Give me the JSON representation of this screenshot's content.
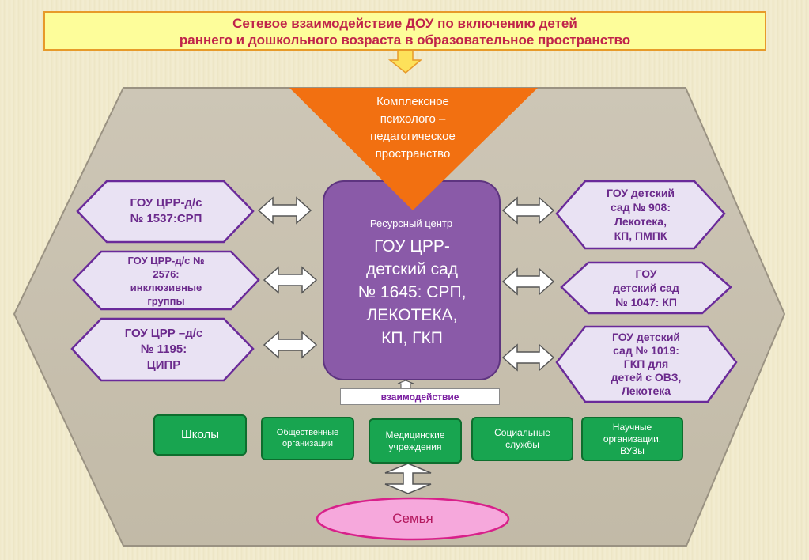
{
  "title": {
    "line1": "Сетевое взаимодействие ДОУ по включению детей",
    "line2": "раннего и дошкольного возраста в образовательное пространство"
  },
  "triangle": {
    "line1": "Комплексное",
    "line2": "психолого –",
    "line3": "педагогическое",
    "line4": "пространство"
  },
  "center": {
    "caption": "Ресурсный центр",
    "line1": "ГОУ ЦРР-",
    "line2": "детский сад",
    "line3": "№ 1645: СРП,",
    "line4": "ЛЕКОТЕКА,",
    "line5": "КП, ГКП"
  },
  "left_nodes": [
    {
      "line1": "ГОУ ЦРР-д/с",
      "line2": "№ 1537:СРП"
    },
    {
      "line1": "ГОУ ЦРР-д/с №",
      "line2": "2576:",
      "line3": "инклюзивные",
      "line4": "группы"
    },
    {
      "line1": "ГОУ ЦРР –д/с",
      "line2": "№ 1195:",
      "line3": "ЦИПР"
    }
  ],
  "right_nodes": [
    {
      "line1": "ГОУ детский",
      "line2": "сад  № 908:",
      "line3": "Лекотека,",
      "line4": "КП, ПМПК"
    },
    {
      "line1": "ГОУ",
      "line2": "детский сад",
      "line3": "№ 1047: КП"
    },
    {
      "line1": "ГОУ детский",
      "line2": "сад № 1019:",
      "line3": "ГКП  для",
      "line4": "детей  с ОВЗ,",
      "line5": "Лекотека"
    }
  ],
  "interaction_label": "взаимодействие",
  "partners": [
    {
      "line1": "Школы"
    },
    {
      "line1": "Общественные",
      "line2": "организации"
    },
    {
      "line1": "Медицинские",
      "line2": "учреждения"
    },
    {
      "line1": "Социальные",
      "line2": "службы"
    },
    {
      "line1": "Научные",
      "line2": "организации,",
      "line3": "ВУЗы"
    }
  ],
  "family": "Семья",
  "colors": {
    "background": "#efe8c8",
    "title_fill": "#fdfd9a",
    "title_text": "#c0244a",
    "hexagon": "#c9c1b0",
    "triangle": "#f27011",
    "center_fill": "#8a5aa8",
    "node_fill": "#e9e2f3",
    "node_border": "#6a2a9a",
    "partner_green": "#18a550",
    "family_fill": "#f6a8dc",
    "family_border": "#d8208a"
  }
}
